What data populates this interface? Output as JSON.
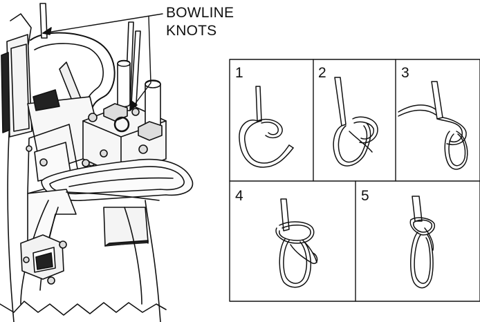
{
  "callout": {
    "line1": "BOWLINE",
    "line2": "KNOTS"
  },
  "steps": [
    {
      "number": "1"
    },
    {
      "number": "2"
    },
    {
      "number": "3"
    },
    {
      "number": "4"
    },
    {
      "number": "5"
    }
  ]
}
